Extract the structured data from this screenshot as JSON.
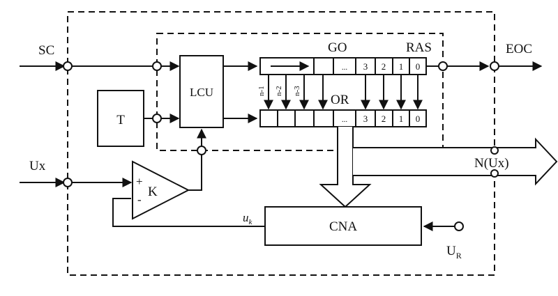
{
  "labels": {
    "sc": "SC",
    "eoc": "EOC",
    "go": "GO",
    "ras": "RAS",
    "or": "OR",
    "t": "T",
    "lcu": "LCU",
    "ux": "Ux",
    "k": "K",
    "plus": "+",
    "minus": "-",
    "nux": "N(Ux)",
    "cna": "CNA",
    "uk": "u",
    "uk_sub": "k",
    "ur": "U",
    "ur_sub": "R"
  },
  "register_cells": [
    "...",
    "3",
    "2",
    "1",
    "0"
  ],
  "bit_labels": [
    "n-1",
    "n-2",
    "n-3"
  ]
}
